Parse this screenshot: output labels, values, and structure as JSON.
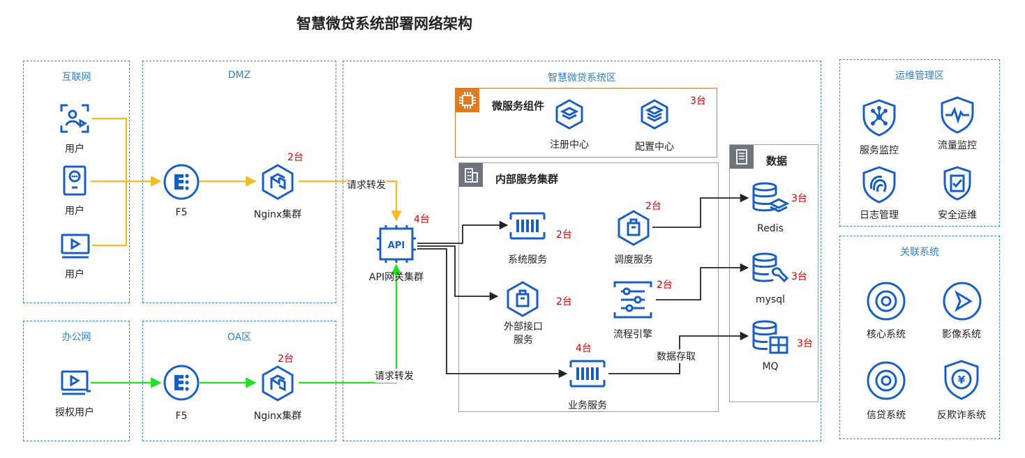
{
  "title": "智慧微贷系统部署网络架构",
  "zones": {
    "internet": "互联网",
    "dmz": "DMZ",
    "office": "办公网",
    "oa": "OA区",
    "main": "智慧微贷系统区",
    "ops": "运维管理区",
    "related": "关联系统"
  },
  "internet": {
    "users": [
      "用户",
      "用户",
      "用户"
    ]
  },
  "office": {
    "user": "授权用户"
  },
  "dmz": {
    "f5": "F5",
    "nginx": "Nginx集群",
    "nginx_count": "2台"
  },
  "oa": {
    "f5": "F5",
    "nginx": "Nginx集群",
    "nginx_count": "2台"
  },
  "edges": {
    "forward_top": "请求转发",
    "forward_bottom": "请求转发",
    "data_access": "数据存取"
  },
  "gateway": {
    "label": "API网关集群",
    "count": "4台"
  },
  "microservice": {
    "title": "微服务组件",
    "registry": "注册中心",
    "config": "配置中心",
    "count": "3台"
  },
  "internal": {
    "title": "内部服务集群",
    "system_service": "系统服务",
    "system_count": "2台",
    "schedule_service": "调度服务",
    "schedule_count": "2台",
    "external_interface_1": "外部接口",
    "external_interface_2": "服务",
    "external_count": "2台",
    "flow_engine": "流程引擎",
    "flow_count": "2台",
    "business_service": "业务服务",
    "business_count": "4台"
  },
  "data": {
    "title": "数据",
    "redis": "Redis",
    "redis_count": "3台",
    "mysql": "mysql",
    "mysql_count": "3台",
    "mq": "MQ",
    "mq_count": "3台"
  },
  "ops": {
    "service_monitor": "服务监控",
    "traffic_monitor": "流量监控",
    "log_manage": "日志管理",
    "security_ops": "安全运维"
  },
  "related": {
    "core": "核心系统",
    "image": "影像系统",
    "credit": "信贷系统",
    "anti_fraud": "反欺诈系统"
  },
  "colors": {
    "icon_blue": "#1a5fbd",
    "zone_blue": "#3a86c8",
    "yellow_line": "#f7b928",
    "green_line": "#22e022",
    "count_red": "#d40000",
    "micro_border": "#d37a37",
    "micro_badge": "#e07b24",
    "box_gray": "#8a8f95"
  }
}
